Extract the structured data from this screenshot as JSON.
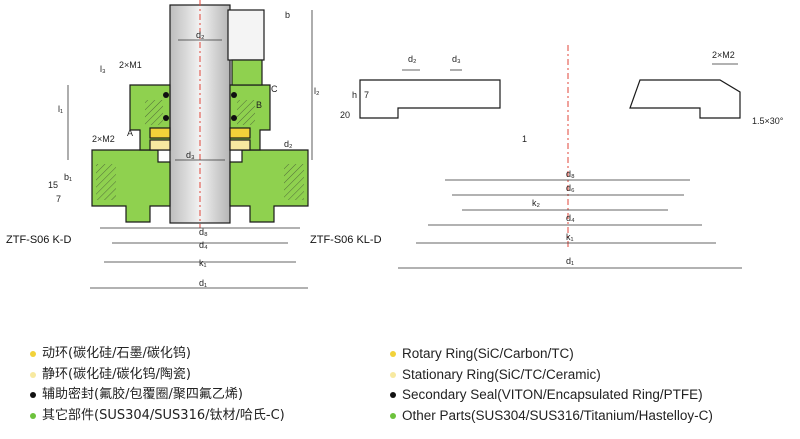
{
  "labels": {
    "left_title": "ZTF-S06 K-D",
    "mid_title": "ZTF-S06 KL-D",
    "dims": {
      "d2": "d₂",
      "d3": "d₃",
      "d8": "d₈",
      "d4": "d₄",
      "k1": "k₁",
      "d1": "d₁",
      "d6": "d₆",
      "k2": "k₂",
      "l1": "l₁",
      "l2": "l₂",
      "l3": "l₃",
      "b": "b",
      "b1": "b₁",
      "h": "h",
      "m1": "2×M1",
      "m2": "2×M2",
      "n15": "15",
      "n7": "7",
      "n20": "20",
      "n1": "1",
      "chamfer": "1.5×30°",
      "A": "A",
      "B": "B",
      "C": "C"
    }
  },
  "legend": {
    "cn": [
      {
        "text": "动环(碳化硅/石墨/碳化钨)",
        "color": "#f2d23a"
      },
      {
        "text": "静环(碳化硅/碳化钨/陶瓷)",
        "color": "#f7e9a0"
      },
      {
        "text": "辅助密封(氟胶/包覆圈/聚四氟乙烯)",
        "color": "#111111"
      },
      {
        "text": "其它部件(SUS304/SUS316/钛材/哈氏-C)",
        "color": "#6dc23c"
      }
    ],
    "en": [
      {
        "text": "Rotary  Ring(SiC/Carbon/TC)",
        "color": "#f2d23a"
      },
      {
        "text": "Stationary  Ring(SiC/TC/Ceramic)",
        "color": "#f7e9a0"
      },
      {
        "text": "Secondary  Seal(VITON/Encapsulated Ring/PTFE)",
        "color": "#111111"
      },
      {
        "text": "Other Parts(SUS304/SUS316/Titanium/Hastelloy-C)",
        "color": "#6dc23c"
      }
    ]
  },
  "colors": {
    "green": "#8fd14f",
    "green_dark": "#5aa82e",
    "shaft": "#d8d8d8",
    "rotary": "#f2d23a",
    "stationary": "#f7e9a0",
    "center": "#e0463a"
  }
}
